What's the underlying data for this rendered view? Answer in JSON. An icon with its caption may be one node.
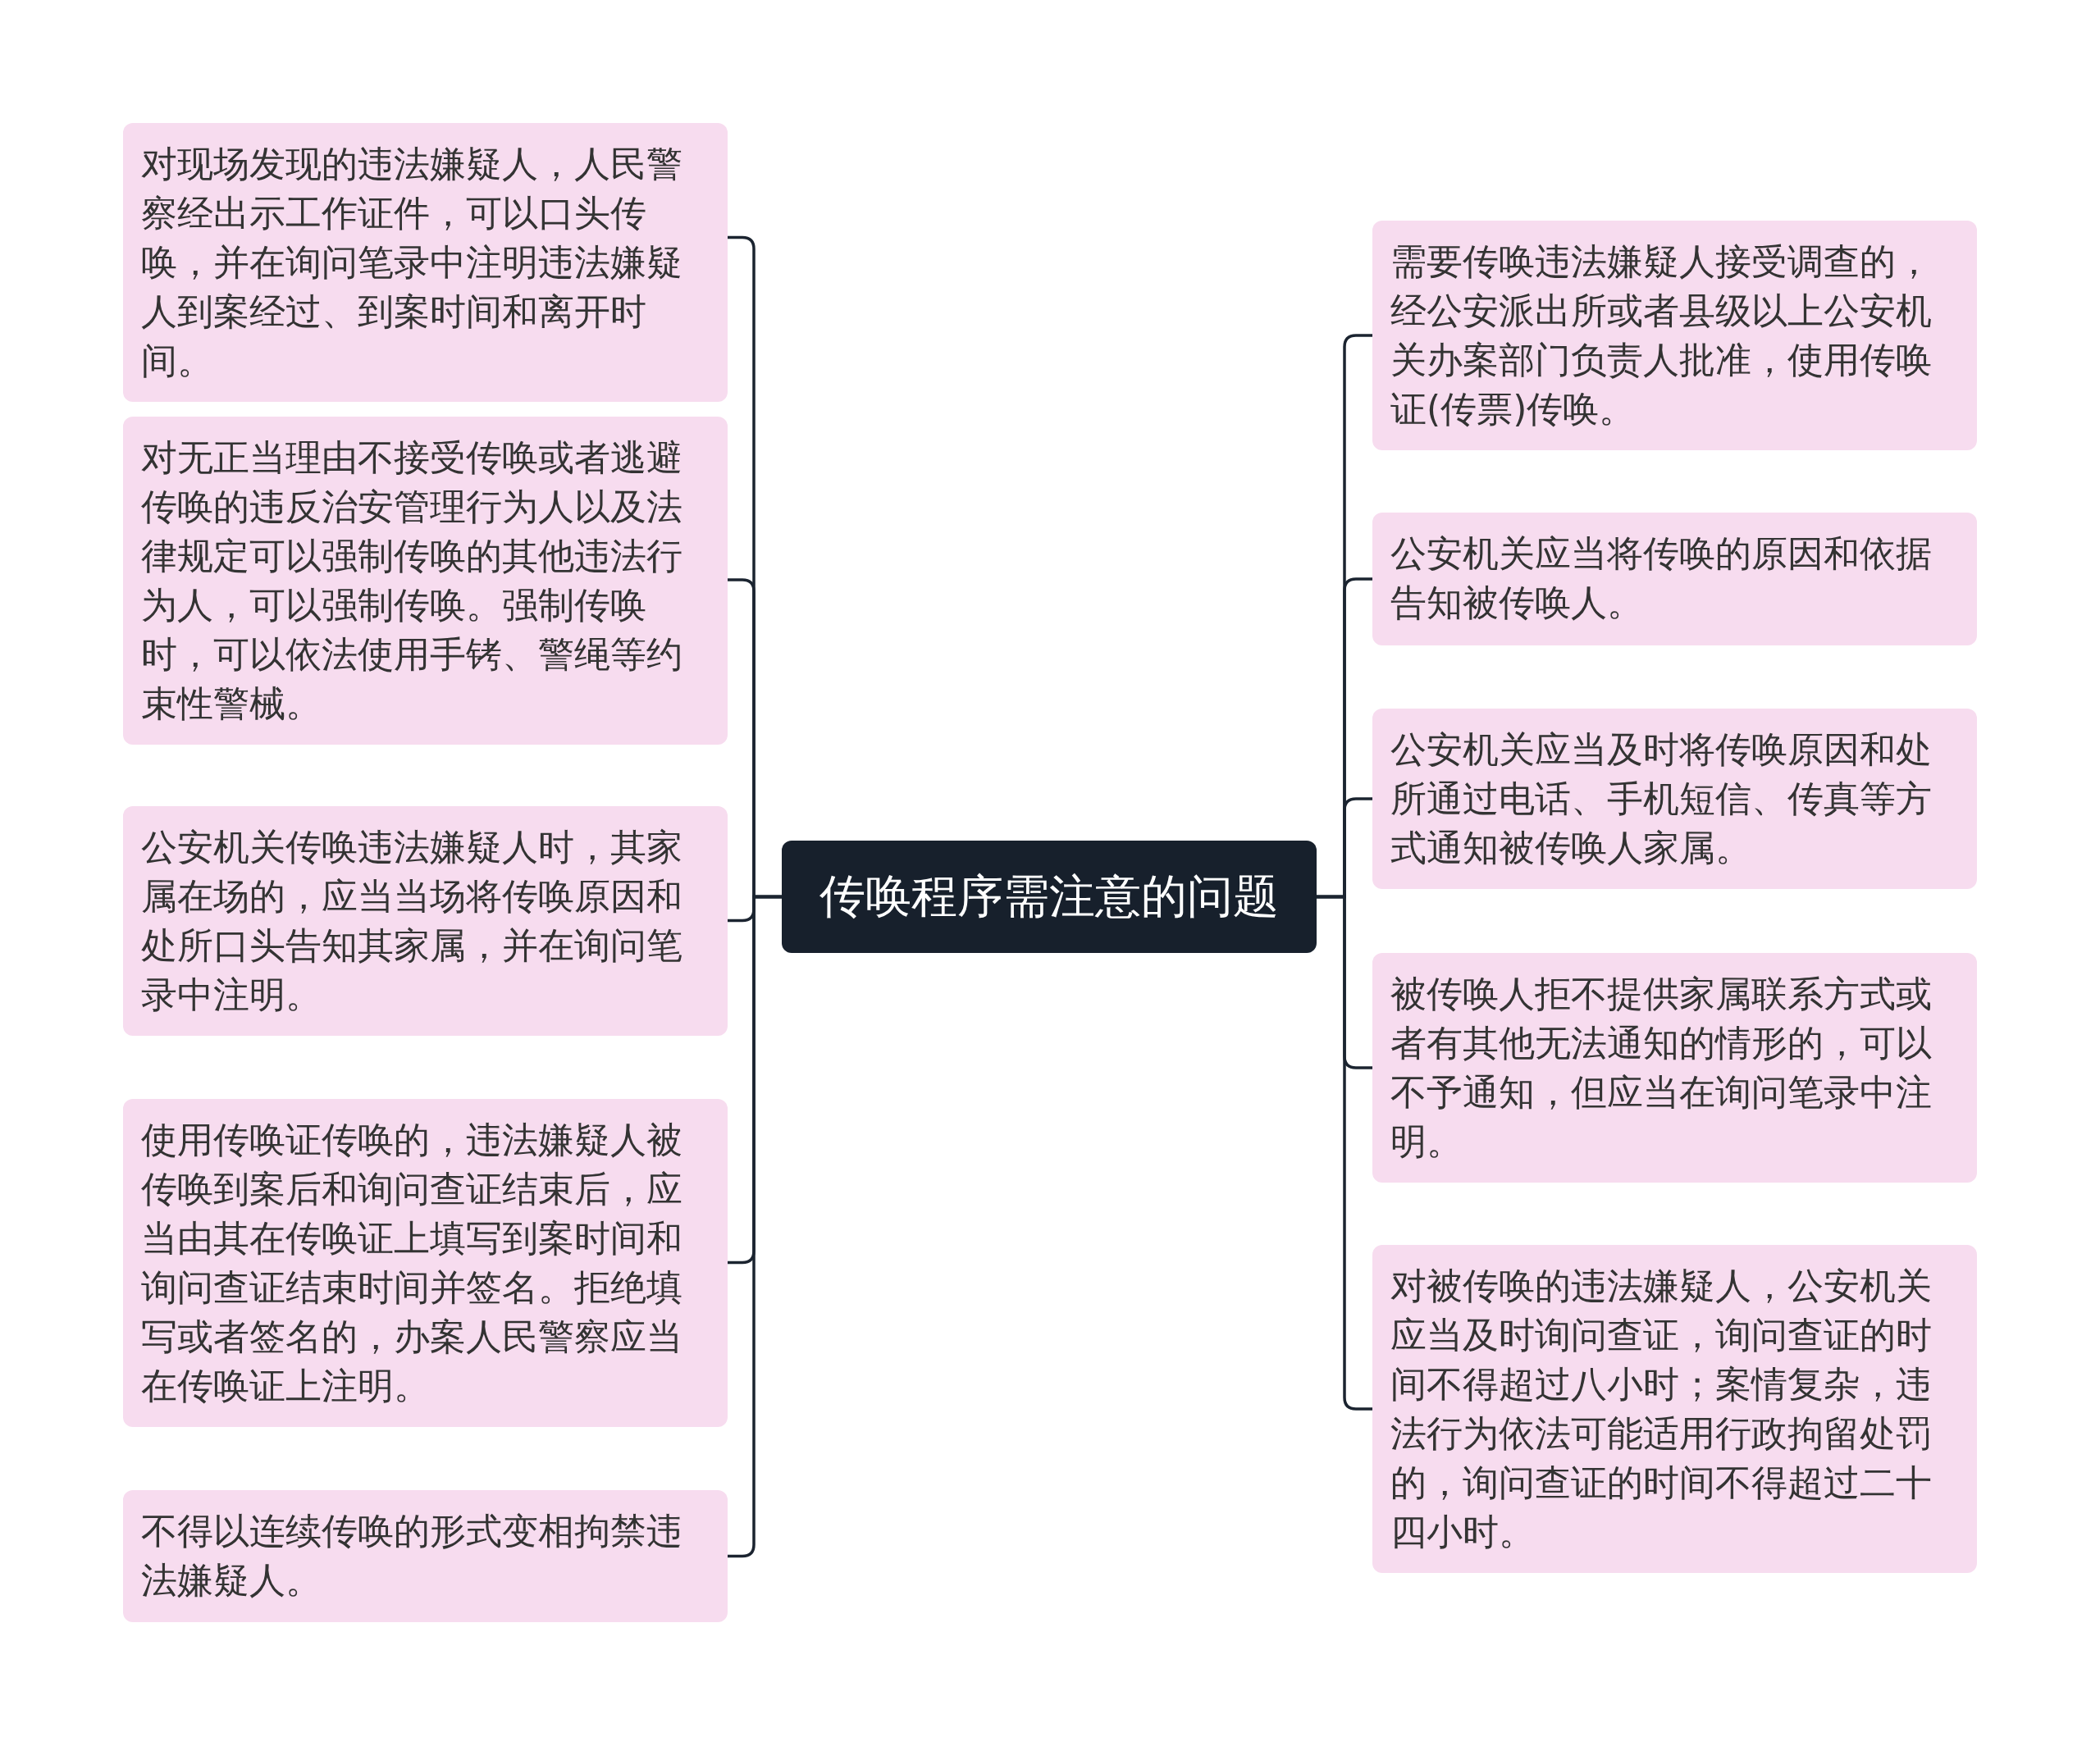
{
  "diagram": {
    "nodes": [
      {
        "text": [
          "传唤程序需注意的问题"
        ]
      },
      {
        "text": [
          "对现场发现的违法嫌疑人，人民警察经出示工作证件，可以口头传唤，并在询问笔录中注明违法嫌疑人到案经过、到案时间和离开时间。"
        ]
      },
      {
        "text": [
          "对无正当理由不接受传唤或者逃避传唤的违反治安管理行为人以及法律规定可以强制传唤的其他违法行为人，可以强制传唤。强制传唤时，可以依法使用手铐、警绳等约束性警械。"
        ]
      },
      {
        "text": [
          "公安机关传唤违法嫌疑人时，其家属在场的，应当当场将传唤原因和处所口头告知其家属，并在询问笔录中注明。"
        ]
      },
      {
        "text": [
          "使用传唤证传唤的，违法嫌疑人被传唤到案后和询问查证结束后，应当由其在传唤证上填写到案时间和询问查证结束时间并签名。拒绝填写或者签名的，办案人民警察应当在传唤证上注明。"
        ]
      },
      {
        "text": [
          "不得以连续传唤的形式变相拘禁违法嫌疑人。"
        ]
      },
      {
        "text": [
          "需要传唤违法嫌疑人接受调查的，经公安派出所或者县级以上公安机关办案部门负责人批准，使用传唤证(传票)传唤。"
        ]
      },
      {
        "text": [
          "公安机关应当将传唤的原因和依据告知被传唤人。"
        ]
      },
      {
        "text": [
          "公安机关应当及时将传唤原因和处所通过电话、手机短信、传真等方式通知被传唤人家属。"
        ]
      },
      {
        "text": [
          "被传唤人拒不提供家属联系方式或者有其他无法通知的情形的，可以不予通知，但应当在询问笔录中注明。"
        ]
      },
      {
        "text": [
          "对被传唤的违法嫌疑人，公安机关应当及时询问查证，询问查证的时间不得超过八小时；案情复杂，违法行为依法可能适用行政拘留处罚的，询问查证的时间不得超过二十四小时。"
        ]
      }
    ],
    "edges": [
      {
        "from": 0,
        "to": 1,
        "arrow": "none"
      },
      {
        "from": 0,
        "to": 2,
        "arrow": "none"
      },
      {
        "from": 0,
        "to": 3,
        "arrow": "none"
      },
      {
        "from": 0,
        "to": 4,
        "arrow": "none"
      },
      {
        "from": 0,
        "to": 5,
        "arrow": "none"
      },
      {
        "from": 0,
        "to": 6,
        "arrow": "none"
      },
      {
        "from": 0,
        "to": 7,
        "arrow": "none"
      },
      {
        "from": 0,
        "to": 8,
        "arrow": "none"
      },
      {
        "from": 0,
        "to": 9,
        "arrow": "none"
      },
      {
        "from": 0,
        "to": 10,
        "arrow": "none"
      }
    ]
  }
}
